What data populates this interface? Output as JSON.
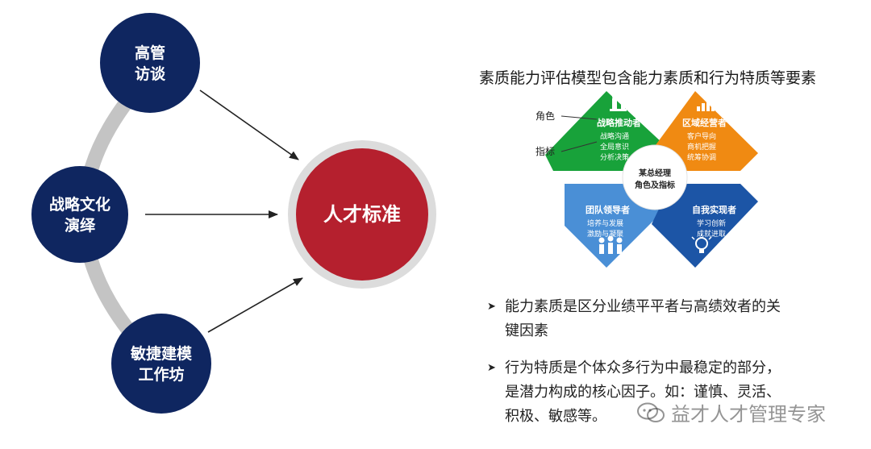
{
  "colors": {
    "navy": "#0f2660",
    "red": "#b5202e",
    "green": "#18a23a",
    "orange": "#f08a12",
    "light_blue": "#4a8fd6",
    "dark_blue": "#1c55a6",
    "arc_gray": "#c4c4c4"
  },
  "left_diagram": {
    "nodes": [
      {
        "id": "top",
        "line1": "高管",
        "line2": "访谈"
      },
      {
        "id": "middle",
        "line1": "战略文化",
        "line2": "演绎"
      },
      {
        "id": "bottom",
        "line1": "敏捷建模",
        "line2": "工作坊"
      }
    ],
    "center": {
      "label": "人才标准"
    }
  },
  "right_panel": {
    "heading": "素质能力评估模型包含能力素质和行为特质等要素",
    "matrix": {
      "side_labels": {
        "role": "角色",
        "indicator": "指标"
      },
      "center": {
        "line1": "某总经理",
        "line2": "角色及指标"
      },
      "quadrants": [
        {
          "id": "strategy",
          "title": "战略推动者",
          "items": [
            "战略沟通",
            "全局意识",
            "分析决策"
          ],
          "icon": "chess-pieces-icon"
        },
        {
          "id": "region",
          "title": "区域经营者",
          "items": [
            "客户导向",
            "商机把握",
            "统筹协调"
          ],
          "icon": "bar-chart-icon"
        },
        {
          "id": "team",
          "title": "团队领导者",
          "items": [
            "培养与发展",
            "激励与凝聚"
          ],
          "icon": "team-people-icon"
        },
        {
          "id": "self",
          "title": "自我实现者",
          "items": [
            "学习创新",
            "成就进取"
          ],
          "icon": "lightbulb-icon"
        }
      ]
    },
    "bullets": [
      {
        "lines": [
          "能力素质是区分业绩平平者与高绩效者的关",
          "键因素"
        ]
      },
      {
        "lines": [
          "行为特质是个体众多行为中最稳定的部分，",
          "是潜力构成的核心因子。如：谨慎、灵活、",
          "积极、敏感等。"
        ]
      }
    ]
  },
  "watermark": {
    "text": "益才人才管理专家"
  }
}
